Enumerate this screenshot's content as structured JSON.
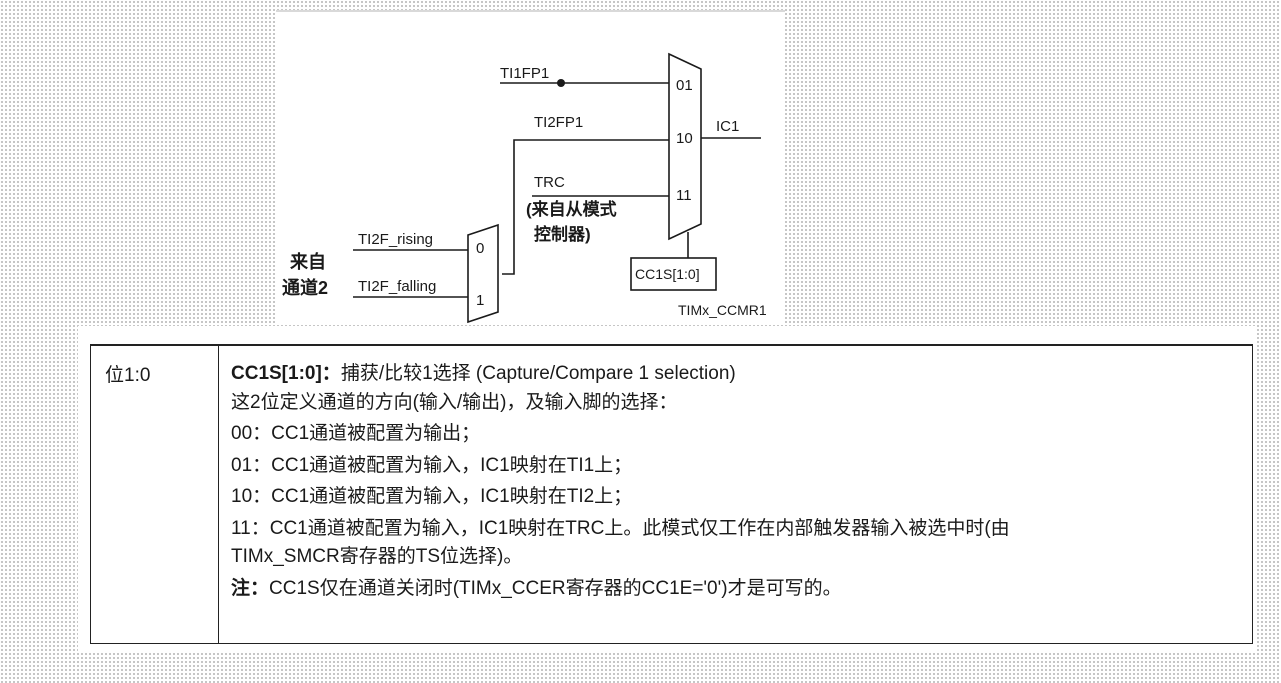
{
  "diagram": {
    "labels": {
      "ti1fp1": "TI1FP1",
      "ti2fp1": "TI2FP1",
      "trc": "TRC",
      "trc_note_line1": "(来自从模式",
      "trc_note_line2": "控制器)",
      "mux_in_01": "01",
      "mux_in_10": "10",
      "mux_in_11": "11",
      "ic1": "IC1",
      "ti2f_rising": "TI2F_rising",
      "ti2f_falling": "TI2F_falling",
      "small_mux_in_0": "0",
      "small_mux_in_1": "1",
      "from_channel_line1": "来自",
      "from_channel_line2": "通道2",
      "cc1s_box": "CC1S[1:0]",
      "register_name": "TIMx_CCMR1"
    }
  },
  "register_table": {
    "bit_label": "位1:0",
    "field_name": "CC1S[1:0]：",
    "field_title": "捕获/比较1选择 (Capture/Compare 1 selection)",
    "description": "这2位定义通道的方向(输入/输出)，及输入脚的选择：",
    "option_00": "00：CC1通道被配置为输出；",
    "option_01": "01：CC1通道被配置为输入，IC1映射在TI1上；",
    "option_10": "10：CC1通道被配置为输入，IC1映射在TI2上；",
    "option_11_line1": "11：CC1通道被配置为输入，IC1映射在TRC上。此模式仅工作在内部触发器输入被选中时(由",
    "option_11_line2": "TIMx_SMCR寄存器的TS位选择)。",
    "note_label": "注：",
    "note_text": "CC1S仅在通道关闭时(TIMx_CCER寄存器的CC1E='0')才是可写的。"
  }
}
